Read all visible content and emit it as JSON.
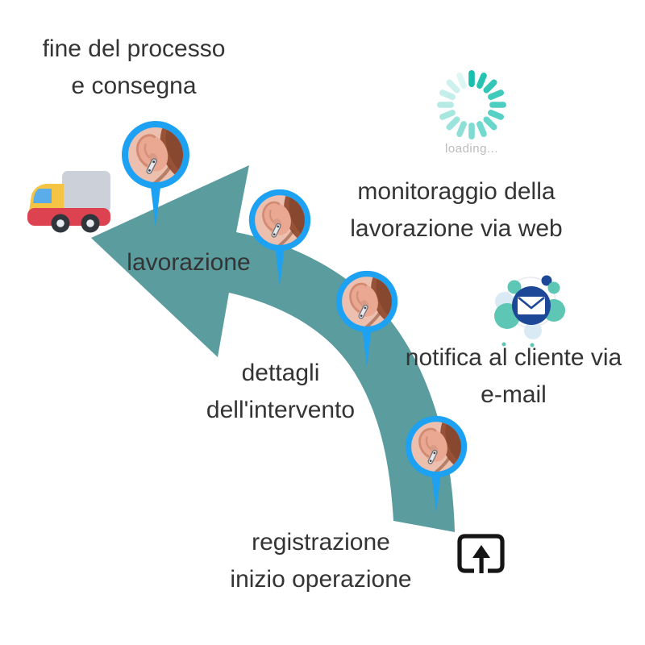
{
  "diagram": {
    "steps": [
      {
        "name": "registrazione-inizio-operazione",
        "line1": "registrazione",
        "line2": "inizio operazione",
        "icon": "upload-icon"
      },
      {
        "name": "notifica-al-cliente-via-email",
        "line1": "notifica al cliente via",
        "line2": "e-mail",
        "icon": "email-icon"
      },
      {
        "name": "dettagli-dell-intervento",
        "line1": "dettagli",
        "line2": "dell'intervento",
        "icon": "ear-photo-marker"
      },
      {
        "name": "monitoraggio-lavorazione-web",
        "line1": "monitoraggio della",
        "line2": "lavorazione via web",
        "icon": "loading-spinner-icon"
      },
      {
        "name": "lavorazione",
        "line1": "lavorazione",
        "line2": "",
        "icon": "ear-photo-marker"
      },
      {
        "name": "fine-del-processo-e-consegna",
        "line1": "fine del processo",
        "line2": "e consegna",
        "icon": "delivery-truck-icon"
      }
    ],
    "spinner_label": "loading...",
    "colors": {
      "arrow_teal": "#5b9c9e",
      "marker_blue": "#1da1f2",
      "spinner_teal": "#18bfad",
      "email_navy": "#1d4797",
      "bubble_teal": "#5ec6b4",
      "bubble_light_blue": "#d9eaf5",
      "text": "#343434",
      "loading_text": "#bcbcbc"
    }
  }
}
